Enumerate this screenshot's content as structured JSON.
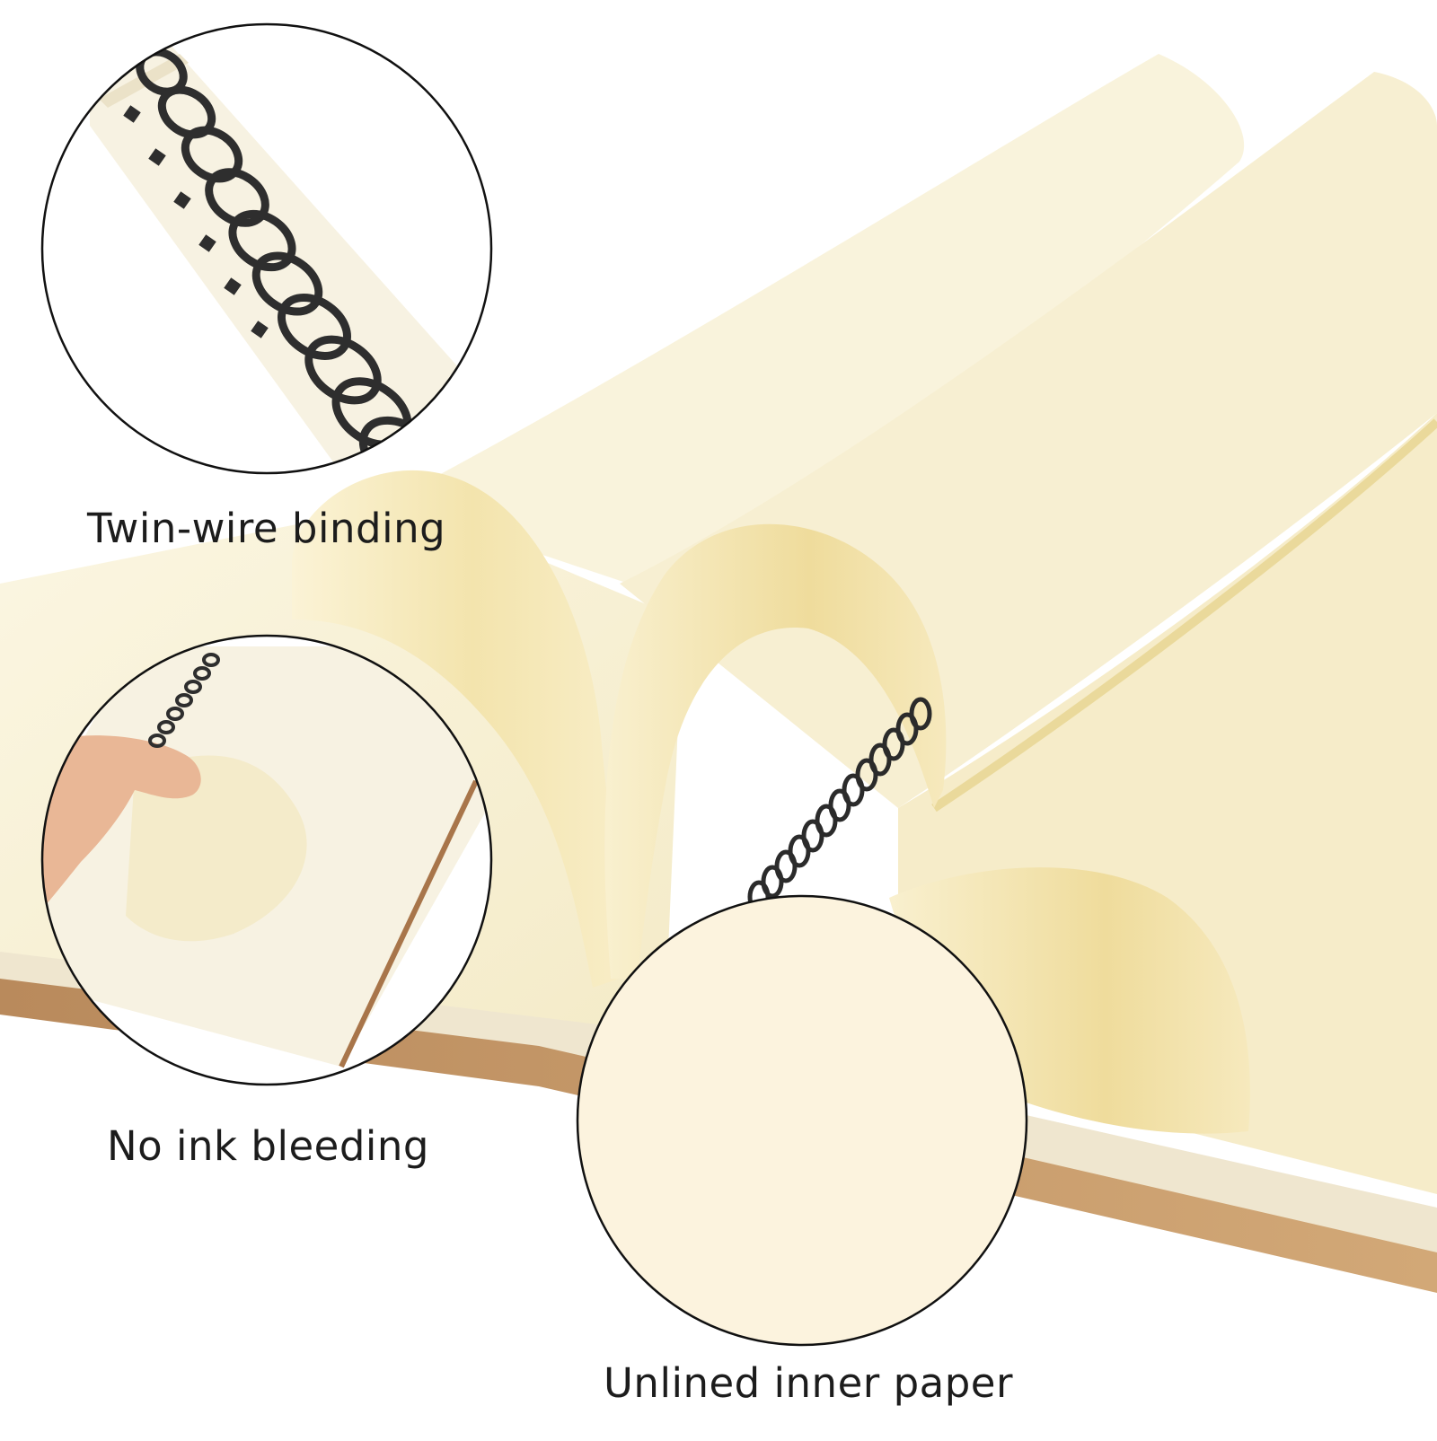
{
  "callouts": {
    "binding": {
      "label": "Twin-wire binding"
    },
    "ink": {
      "label": "No ink bleeding"
    },
    "paper": {
      "label": "Unlined inner paper"
    }
  },
  "colors": {
    "background": "#ffffff",
    "paper_light": "#f8f2d8",
    "paper_shadow": "#f1e4b4",
    "kraft_cover": "#c99a6a",
    "wire": "#2b2b2b",
    "circle_outline": "#111111",
    "caption_text": "#1c1c1c"
  }
}
